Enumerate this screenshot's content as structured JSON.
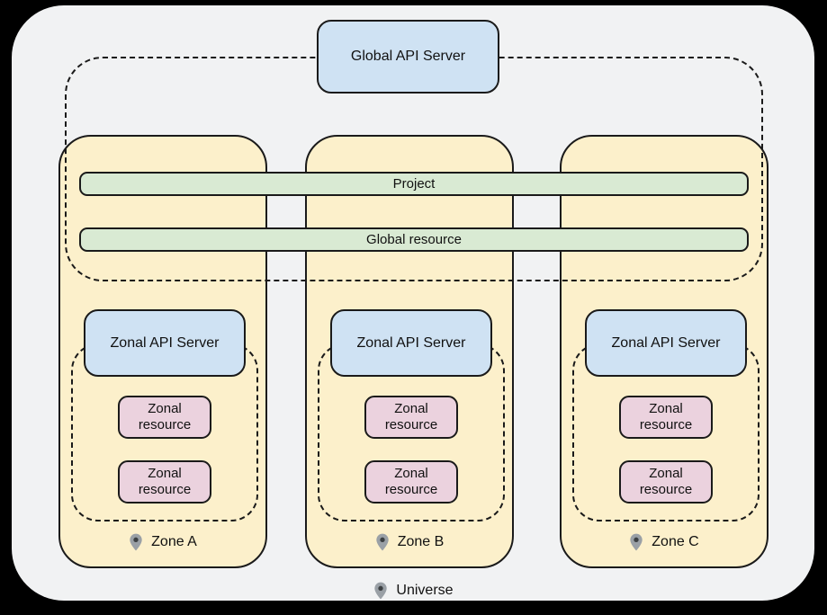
{
  "colors": {
    "canvas_bg": "#000000",
    "universe_fill": "#f1f2f3",
    "server_fill": "#cfe2f3",
    "zone_fill": "#fcf0cb",
    "bar_fill": "#d9ead3",
    "resource_fill": "#ebd2de",
    "border": "#1a1a1a",
    "pin_body": "#9aa0a6",
    "pin_dot": "#3c4043"
  },
  "global_api_server": {
    "label": "Global API Server"
  },
  "bars": {
    "project": "Project",
    "global_resource": "Global resource"
  },
  "zones": [
    {
      "name": "Zone A",
      "api_server": "Zonal API Server",
      "resources": [
        "Zonal resource",
        "Zonal resource"
      ]
    },
    {
      "name": "Zone B",
      "api_server": "Zonal API Server",
      "resources": [
        "Zonal resource",
        "Zonal resource"
      ]
    },
    {
      "name": "Zone C",
      "api_server": "Zonal API Server",
      "resources": [
        "Zonal resource",
        "Zonal resource"
      ]
    }
  ],
  "universe": {
    "label": "Universe"
  }
}
